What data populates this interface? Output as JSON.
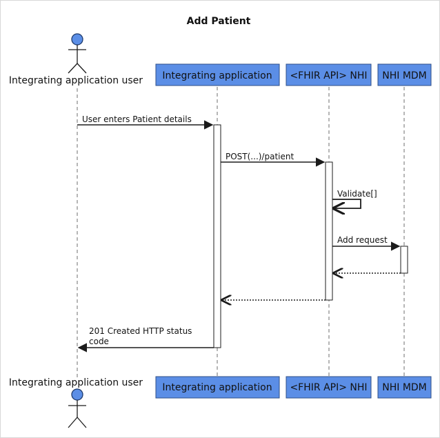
{
  "diagram": {
    "title": "Add Patient",
    "participants": [
      {
        "id": "user",
        "kind": "actor",
        "label": "Integrating application user"
      },
      {
        "id": "app",
        "kind": "participant",
        "label": "Integrating application"
      },
      {
        "id": "nhi",
        "kind": "participant",
        "label": "<FHIR API> NHI"
      },
      {
        "id": "mdm",
        "kind": "participant",
        "label": "NHI MDM"
      }
    ],
    "messages": [
      {
        "from": "user",
        "to": "app",
        "label": "User enters Patient details",
        "style": "solid"
      },
      {
        "from": "app",
        "to": "nhi",
        "label": "POST(...)/patient",
        "style": "solid"
      },
      {
        "from": "nhi",
        "to": "nhi",
        "label": "Validate[]",
        "style": "self"
      },
      {
        "from": "nhi",
        "to": "mdm",
        "label": "Add request",
        "style": "solid"
      },
      {
        "from": "mdm",
        "to": "nhi",
        "label": "",
        "style": "dotted"
      },
      {
        "from": "nhi",
        "to": "app",
        "label": "",
        "style": "dotted"
      },
      {
        "from": "app",
        "to": "user",
        "label": "201 Created HTTP status code",
        "label_lines": [
          "201 Created HTTP status",
          "code"
        ],
        "style": "solid"
      }
    ],
    "colors": {
      "participant_fill": "#5b8ee6",
      "participant_border": "#2f4f87",
      "actor_fill": "#5b8ee6",
      "actor_outline": "#1e3a6b",
      "line": "#1b1b1b",
      "lifeline": "#6e6e6e",
      "activation_fill": "#ffffff"
    }
  }
}
